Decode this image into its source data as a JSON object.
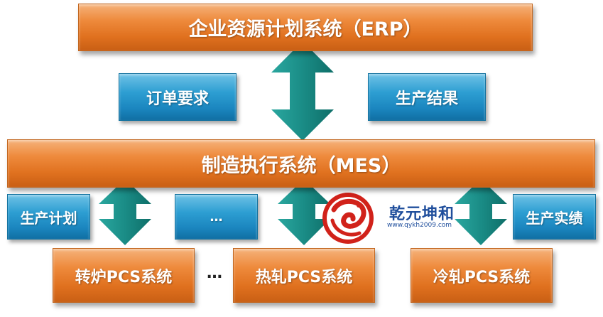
{
  "erp": {
    "label": "企业资源计划系统（ERP）"
  },
  "order_requirement": {
    "label": "订单要求"
  },
  "production_result": {
    "label": "生产结果"
  },
  "mes": {
    "label": "制造执行系统（MES）"
  },
  "tags": {
    "production_plan": "生产计划",
    "ellipsis": "…",
    "production_performance": "生产实绩"
  },
  "pcs": {
    "converter": "转炉PCS系统",
    "hot_rolling": "热轧PCS系统",
    "cold_rolling": "冷轧PCS系统",
    "between_dots": "…"
  },
  "logo": {
    "name": "乾元坤和",
    "url": "www.qykh2009.com"
  },
  "colors": {
    "orange": "#e0711f",
    "blue": "#1b86bf",
    "arrow": "#1a8c86",
    "logo_red": "#d1221a"
  }
}
